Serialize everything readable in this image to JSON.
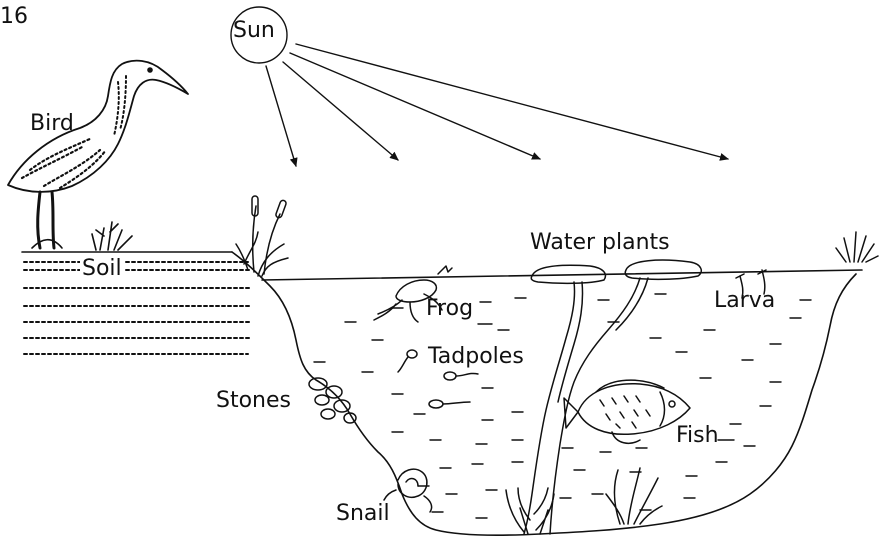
{
  "question_number": "16",
  "labels": {
    "sun": "Sun",
    "bird": "Bird",
    "soil": "Soil",
    "water_plants": "Water plants",
    "frog": "Frog",
    "larva": "Larva",
    "tadpoles": "Tadpoles",
    "stones": "Stones",
    "fish": "Fish",
    "snail": "Snail"
  },
  "colors": {
    "ink": "#111111",
    "background": "#ffffff"
  }
}
